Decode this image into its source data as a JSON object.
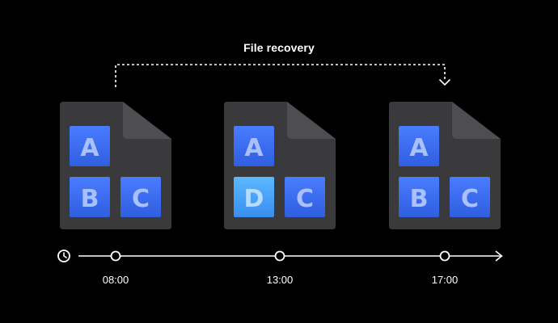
{
  "title": "File recovery",
  "timeline": {
    "times": [
      "08:00",
      "13:00",
      "17:00"
    ]
  },
  "files": [
    {
      "blocks": [
        "A",
        "B",
        "C"
      ],
      "restore_target": false
    },
    {
      "blocks": [
        "A",
        "D",
        "C"
      ],
      "modified_block": "D",
      "restore_target": false
    },
    {
      "blocks": [
        "A",
        "B",
        "C"
      ],
      "restore_target": true
    }
  ],
  "colors": {
    "background": "#000000",
    "file": "#3a3a3c",
    "file_fold": "#4e4e52",
    "block": "#3c6cf0",
    "block_modified": "#4aa6ff",
    "block_text": "#a9c2ff",
    "line": "#ffffff"
  }
}
